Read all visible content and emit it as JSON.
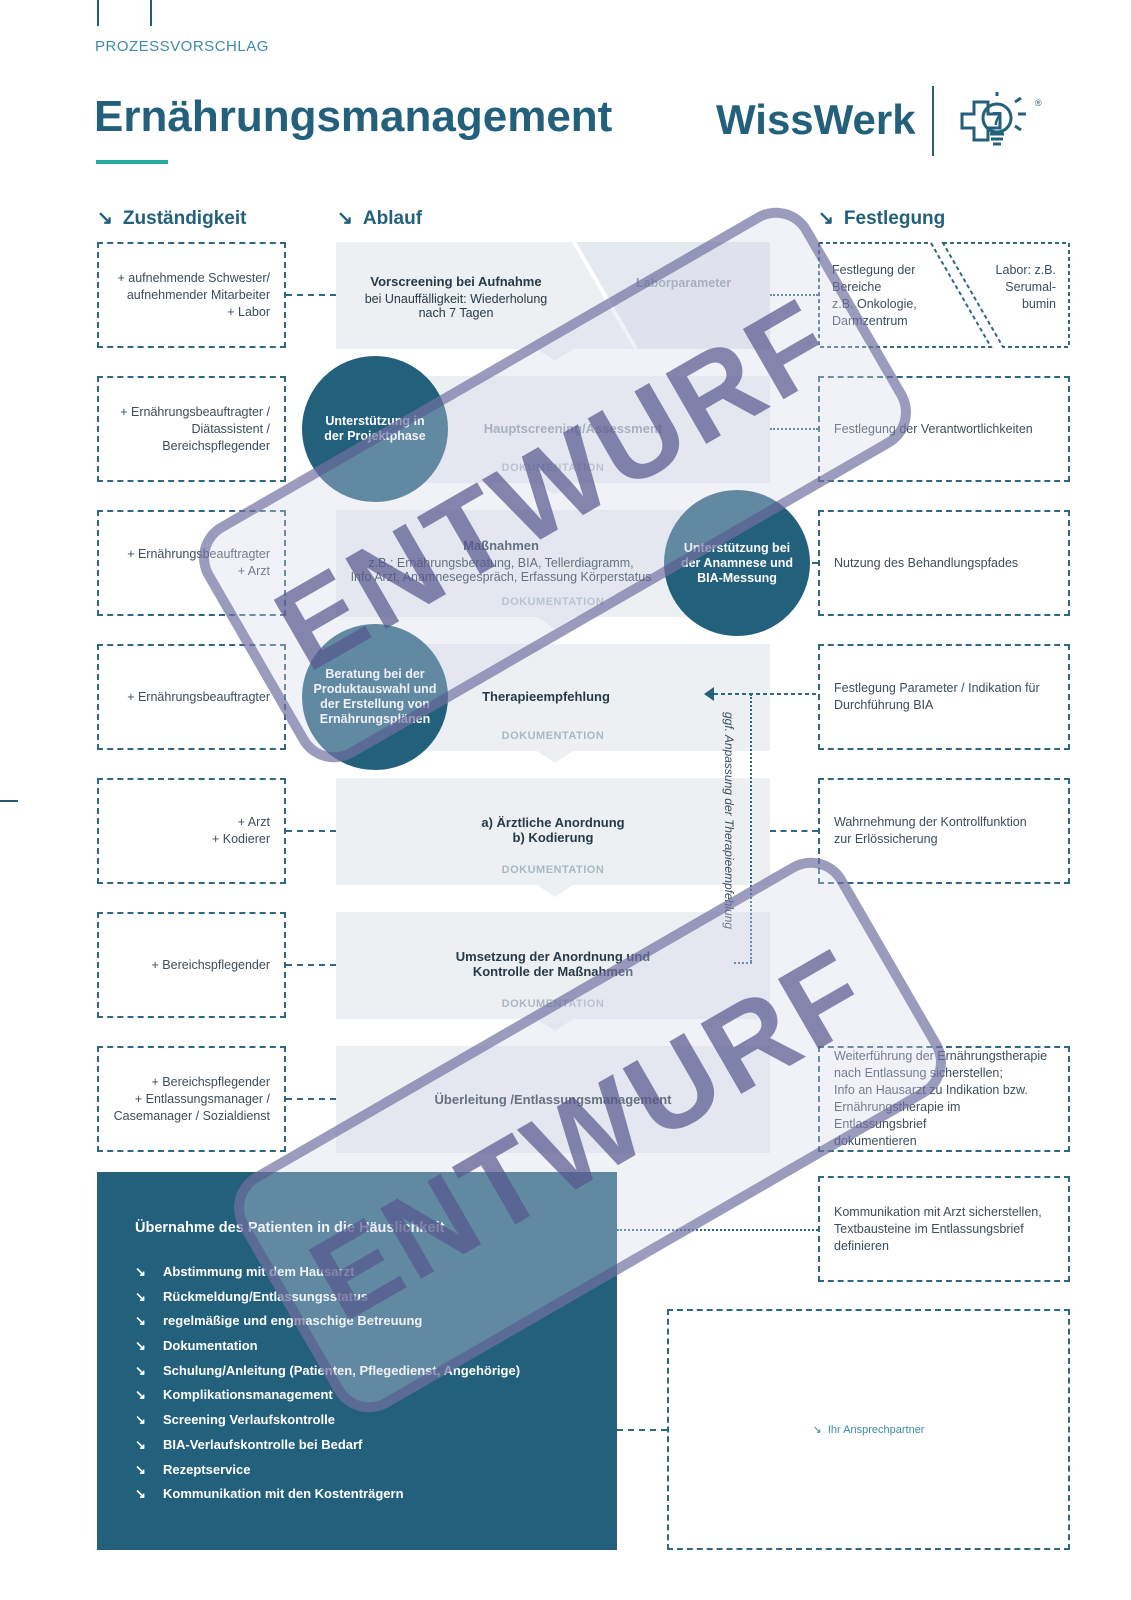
{
  "header": {
    "subtitle": "PROZESSVORSCHLAG",
    "title": "Ernährungsmanagement",
    "brand": "WissWerk"
  },
  "columns": {
    "left": "Zuständigkeit",
    "middle": "Ablauf",
    "right": "Festlegung",
    "arrow": "↘"
  },
  "rows": [
    {
      "responsibility": [
        "+ aufnehmende Schwester/",
        "aufnehmender Mitarbeiter",
        "+ Labor"
      ],
      "flow_main": "Vorscreening bei Aufnahme",
      "flow_sub": [
        "bei Unauffälligkeit: Wiederholung",
        "nach 7 Tagen"
      ],
      "flow_side": "Laborparameter",
      "decision": [
        "Festlegung der",
        "Bereiche",
        "z.B. Onkologie,",
        "Darmzentrum"
      ],
      "decision_side": [
        "Labor: z.B.",
        "Serumal-",
        "bumin"
      ]
    },
    {
      "responsibility": [
        "+ Ernährungsbeauftragter /",
        "Diätassistent /",
        "Bereichspflegender"
      ],
      "flow_main": "Hauptscreening/Assessment",
      "flow_doc": "DOKUMENTATION",
      "decision": [
        "Festlegung der Verantwortlichkeiten"
      ]
    },
    {
      "responsibility": [
        "+ Ernährungsbeauftragter",
        "+ Arzt"
      ],
      "flow_main": "Maßnahmen",
      "flow_sub": [
        "z.B.: Ernährungsberatung, BIA, Tellerdiagramm,",
        "Info Arzt, Anamnesegespräch, Erfassung Körperstatus"
      ],
      "flow_doc": "DOKUMENTATION",
      "decision": [
        "Nutzung des Behandlungspfades"
      ]
    },
    {
      "responsibility": [
        "+ Ernährungsbeauftragter"
      ],
      "flow_main": "Therapieempfehlung",
      "flow_doc": "DOKUMENTATION",
      "decision": [
        "Festlegung Parameter / Indikation für",
        "Durchführung BIA"
      ]
    },
    {
      "responsibility": [
        "+ Arzt",
        "+ Kodierer"
      ],
      "flow_main": "a) Ärztliche Anordnung",
      "flow_main2": "b) Kodierung",
      "flow_doc": "DOKUMENTATION",
      "decision": [
        "Wahrnehmung der Kontrollfunktion",
        "zur Erlössicherung"
      ]
    },
    {
      "responsibility": [
        "+ Bereichspflegender"
      ],
      "flow_main": "Umsetzung der Anordnung und",
      "flow_main2": "Kontrolle der Maßnahmen",
      "flow_doc": "DOKUMENTATION",
      "decision": []
    },
    {
      "responsibility": [
        "+ Bereichspflegender",
        "+ Entlassungsmanager /",
        "Casemanager / Sozialdienst"
      ],
      "flow_main": "Überleitung /Entlassungsmanagement",
      "decision": [
        "Weiterführung der Ernährungstherapie",
        "nach Entlassung sicherstellen;",
        "Info an Hausarzt zu Indikation bzw.",
        "Ernährungstherapie im Entlassungsbrief",
        "dokumentieren"
      ]
    }
  ],
  "circles": {
    "project_phase": [
      "Unterstützung in",
      "der Projektphase"
    ],
    "anamnesis": [
      "Unterstützung bei",
      "der Anamnese und",
      "BIA-Messung"
    ],
    "consulting": [
      "Beratung bei der",
      "Produktauswahl und",
      "der Erstellung von",
      "Ernährungsplänen"
    ]
  },
  "vertical_note": "ggf. Anpassung der Therapieempfehlung",
  "home_panel": {
    "title": "Übernahme des Patienten in die Häuslichkeit",
    "items": [
      "Abstimmung mit dem Hausarzt",
      "Rückmeldung/Entlassungsstatus",
      "regelmäßige und engmaschige Betreuung",
      "Dokumentation",
      "Schulung/Anleitung (Patienten, Pflegedienst, Angehörige)",
      "Komplikationsmanagement",
      "Screening Verlaufskontrolle",
      "BIA-Verlaufskontrolle bei Bedarf",
      "Rezeptservice",
      "Kommunikation mit den Kostenträgern"
    ]
  },
  "communication_box": [
    "Kommunikation mit Arzt sicherstellen,",
    "Textbausteine im Entlassungsbrief",
    "definieren"
  ],
  "contact": {
    "label": "Ihr Ansprechpartner"
  },
  "watermark": "ENTWURF",
  "colors": {
    "primary": "#23607c",
    "accent": "#27a9a3",
    "flow_bg": "#ecf0f3",
    "stamp": "#55558c"
  },
  "icons": [
    "arrow-down-right-icon",
    "wisswerk-logo-icon"
  ]
}
